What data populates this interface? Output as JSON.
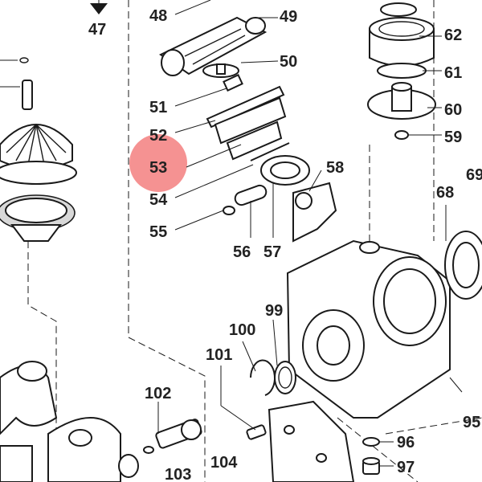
{
  "highlight": {
    "part": "53",
    "color": "#f26d6d"
  },
  "labels": {
    "p47": "47",
    "p48": "48",
    "p49": "49",
    "p50": "50",
    "p51": "51",
    "p52": "52",
    "p53": "53",
    "p54": "54",
    "p55": "55",
    "p56": "56",
    "p57": "57",
    "p58": "58",
    "p59": "59",
    "p60": "60",
    "p61": "61",
    "p62": "62",
    "p68": "68",
    "p69": "69",
    "p95": "95",
    "p96": "96",
    "p97": "97",
    "p99": "99",
    "p100": "100",
    "p101": "101",
    "p102": "102",
    "p103": "103",
    "p104": "104"
  }
}
